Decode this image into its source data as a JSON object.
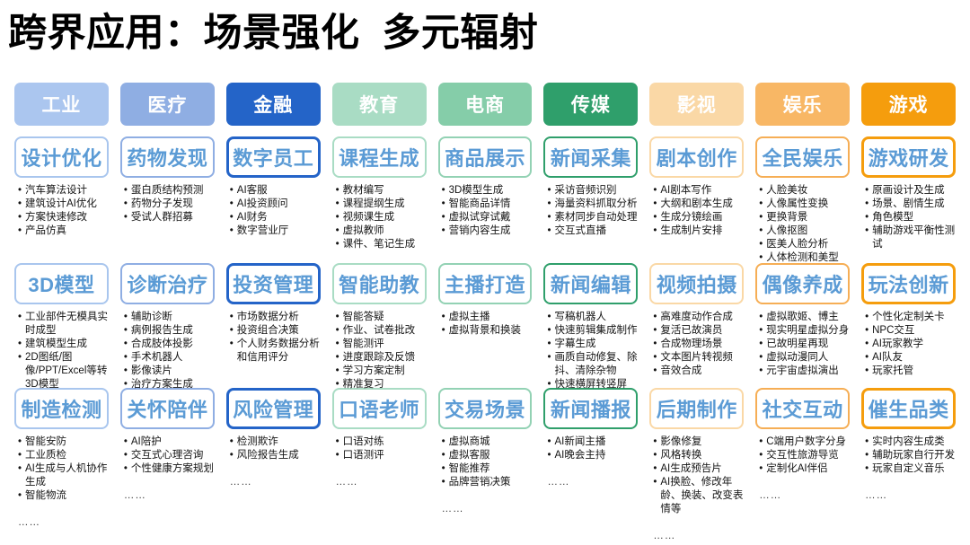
{
  "page": {
    "title": "跨界应用：场景强化  多元辐射"
  },
  "palette": {
    "card_title_color": "#5B9BD5",
    "tab_text_color": "#FFFFFF",
    "body_text_color": "#141414"
  },
  "columns": [
    {
      "id": "industry",
      "tab": {
        "label": "工业",
        "bg": "#ABC6EF"
      },
      "card_style": {
        "border_color": "#A9C6EE",
        "border_width": "2px"
      },
      "cards": [
        {
          "title": "设计优化",
          "items": [
            "汽车算法设计",
            "建筑设计AI优化",
            "方案快速修改",
            "产品仿真"
          ]
        },
        {
          "title": "3D模型",
          "items": [
            "工业部件无模具实时成型",
            "建筑模型生成",
            "2D图纸/图像/PPT/Excel等转3D模型"
          ]
        },
        {
          "title": "制造检测",
          "items": [
            "智能安防",
            "工业质检",
            "AI生成与人机协作生成",
            "智能物流"
          ],
          "ellipsis": "……"
        }
      ]
    },
    {
      "id": "medical",
      "tab": {
        "label": "医疗",
        "bg": "#8FAEE3"
      },
      "card_style": {
        "border_color": "#8FAEE3",
        "border_width": "2px"
      },
      "cards": [
        {
          "title": "药物发现",
          "items": [
            "蛋白质结构预测",
            "药物分子发现",
            "受试人群招募"
          ]
        },
        {
          "title": "诊断治疗",
          "items": [
            "辅助诊断",
            "病例报告生成",
            "合成肢体投影",
            "手术机器人",
            "影像读片",
            "治疗方案生成"
          ]
        },
        {
          "title": "关怀陪伴",
          "items": [
            "AI陪护",
            "交互式心理咨询",
            "个性健康方案规划"
          ],
          "ellipsis": "……"
        }
      ]
    },
    {
      "id": "finance",
      "tab": {
        "label": "金融",
        "bg": "#2464C8"
      },
      "card_style": {
        "border_color": "#2464C8",
        "border_width": "3px"
      },
      "cards": [
        {
          "title": "数字员工",
          "items": [
            "AI客服",
            "AI投资顾问",
            "AI财务",
            "数字营业厅"
          ]
        },
        {
          "title": "投资管理",
          "items": [
            "市场数据分析",
            "投资组合决策",
            "个人财务数据分析和信用评分"
          ]
        },
        {
          "title": "风险管理",
          "items": [
            "检测欺诈",
            "风险报告生成"
          ],
          "ellipsis": "……"
        }
      ]
    },
    {
      "id": "education",
      "tab": {
        "label": "教育",
        "bg": "#A9DCC4"
      },
      "card_style": {
        "border_color": "#A9DCC4",
        "border_width": "2px"
      },
      "cards": [
        {
          "title": "课程生成",
          "items": [
            "教材编写",
            "课程提纲生成",
            "视频课生成",
            "虚拟教师",
            "课件、笔记生成"
          ]
        },
        {
          "title": "智能助教",
          "items": [
            "智能答疑",
            "作业、试卷批改",
            "智能测评",
            "进度跟踪及反馈",
            "学习方案定制",
            "精准复习"
          ]
        },
        {
          "title": "口语老师",
          "items": [
            "口语对练",
            "口语测评"
          ],
          "ellipsis": "……"
        }
      ]
    },
    {
      "id": "ecommerce",
      "tab": {
        "label": "电商",
        "bg": "#85CDA9"
      },
      "card_style": {
        "border_color": "#93D2B4",
        "border_width": "2px"
      },
      "cards": [
        {
          "title": "商品展示",
          "items": [
            "3D模型生成",
            "智能商品详情",
            "虚拟试穿试戴",
            "营销内容生成"
          ]
        },
        {
          "title": "主播打造",
          "items": [
            "虚拟主播",
            "虚拟背景和换装"
          ]
        },
        {
          "title": "交易场景",
          "items": [
            "虚拟商城",
            "虚拟客服",
            "智能推荐",
            "品牌营销决策"
          ],
          "ellipsis": "……"
        }
      ]
    },
    {
      "id": "media",
      "tab": {
        "label": "传媒",
        "bg": "#2F9F6B"
      },
      "card_style": {
        "border_color": "#2F9F6B",
        "border_width": "2.5px"
      },
      "cards": [
        {
          "title": "新闻采集",
          "items": [
            "采访音频识别",
            "海量资料抓取分析",
            "素材同步自动处理",
            "交互式直播"
          ]
        },
        {
          "title": "新闻编辑",
          "items": [
            "写稿机器人",
            "快速剪辑集成制作",
            "字幕生成",
            "画质自动修复、除抖、清除杂物",
            "快速横屏转竖屏"
          ]
        },
        {
          "title": "新闻播报",
          "items": [
            "AI新闻主播",
            "AI晚会主持"
          ],
          "ellipsis": "……"
        }
      ]
    },
    {
      "id": "film",
      "tab": {
        "label": "影视",
        "bg": "#FAD8A6"
      },
      "card_style": {
        "border_color": "#FAD8A6",
        "border_width": "2px"
      },
      "cards": [
        {
          "title": "剧本创作",
          "items": [
            "AI剧本写作",
            "大纲和剧本生成",
            "生成分镜绘画",
            "生成制片安排"
          ]
        },
        {
          "title": "视频拍摄",
          "items": [
            "高难度动作合成",
            "复活已故演员",
            "合成物理场景",
            "文本图片转视频",
            "音效合成"
          ]
        },
        {
          "title": "后期制作",
          "items": [
            "影像修复",
            "风格转换",
            "AI生成预告片",
            "AI换脸、修改年龄、换装、改变表情等"
          ],
          "ellipsis": "……"
        }
      ]
    },
    {
      "id": "entertainment",
      "tab": {
        "label": "娱乐",
        "bg": "#F8B765"
      },
      "card_style": {
        "border_color": "#F6AE55",
        "border_width": "2px"
      },
      "cards": [
        {
          "title": "全民娱乐",
          "items": [
            "人脸美妆",
            "人像属性变换",
            "更换背景",
            "人像抠图",
            "医美人脸分析",
            "人体检测和美型"
          ]
        },
        {
          "title": "偶像养成",
          "items": [
            "虚拟歌姬、博主",
            "现实明星虚拟分身",
            "已故明星再现",
            "虚拟动漫同人",
            "元宇宙虚拟演出"
          ]
        },
        {
          "title": "社交互动",
          "items": [
            "C端用户数字分身",
            "交互性旅游导览",
            "定制化AI伴侣"
          ],
          "ellipsis": "……"
        }
      ]
    },
    {
      "id": "gaming",
      "tab": {
        "label": "游戏",
        "bg": "#F59D0D"
      },
      "card_style": {
        "border_color": "#F59D0D",
        "border_width": "3px"
      },
      "cards": [
        {
          "title": "游戏研发",
          "items": [
            "原画设计及生成",
            "场景、剧情生成",
            "角色模型",
            "辅助游戏平衡性测试"
          ]
        },
        {
          "title": "玩法创新",
          "items": [
            "个性化定制关卡",
            "NPC交互",
            "AI玩家教学",
            "AI队友",
            "玩家托管"
          ]
        },
        {
          "title": "催生品类",
          "items": [
            "实时内容生成类",
            "辅助玩家自行开发",
            "玩家自定义音乐"
          ],
          "ellipsis": "……"
        }
      ]
    }
  ]
}
